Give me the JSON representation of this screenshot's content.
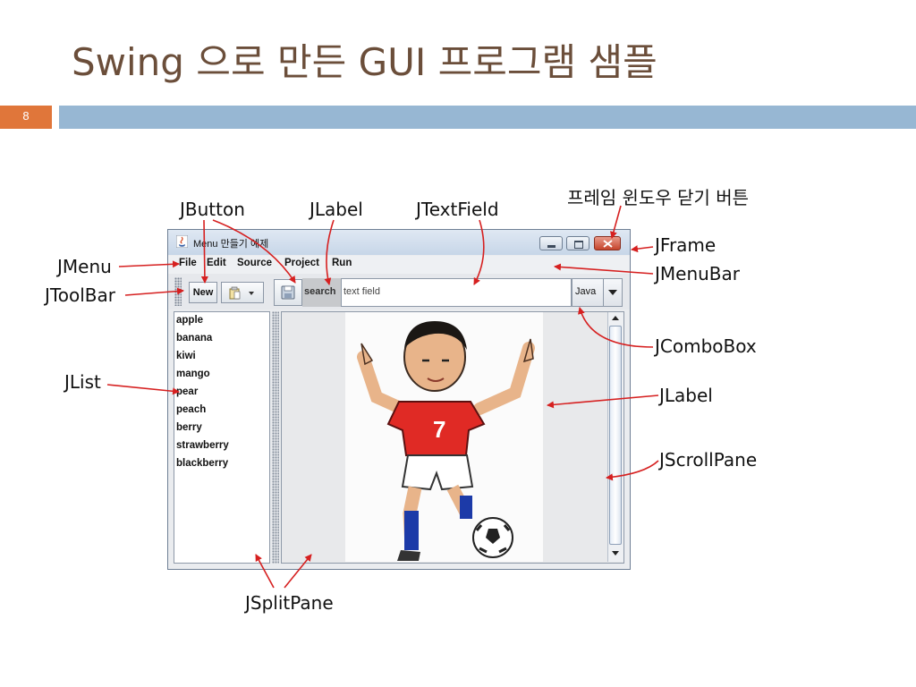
{
  "slide": {
    "title": "Swing 으로 만든 GUI 프로그램 샘플",
    "page_number": "8",
    "colors": {
      "title": "#6b4e3a",
      "page_box": "#e0763a",
      "title_bar": "#97b7d3",
      "arrow": "#d62020"
    }
  },
  "window": {
    "title": "Menu 만들기  예제",
    "menu": [
      "File",
      "Edit",
      "Source",
      "Project",
      "Run"
    ],
    "toolbar": {
      "new_label": "New",
      "search_label": "search",
      "text_field": "text field",
      "combo_value": "Java"
    },
    "list_items": [
      "apple",
      "banana",
      "kiwi",
      "mango",
      "pear",
      "peach",
      "berry",
      "strawberry",
      "blackberry"
    ],
    "player_number": "7"
  },
  "callouts": {
    "jbutton": "JButton",
    "jlabel_top": "JLabel",
    "jtextfield": "JTextField",
    "close_button": "프레임 윈도우 닫기 버튼",
    "jframe": "JFrame",
    "jmenubar": "JMenuBar",
    "jmenu": "JMenu",
    "jtoolbar": "JToolBar",
    "jcombobox": "JComboBox",
    "jlist": "JList",
    "jlabel_image": "JLabel",
    "jscrollpane": "JScrollPane",
    "jsplitpane": "JSplitPane"
  }
}
